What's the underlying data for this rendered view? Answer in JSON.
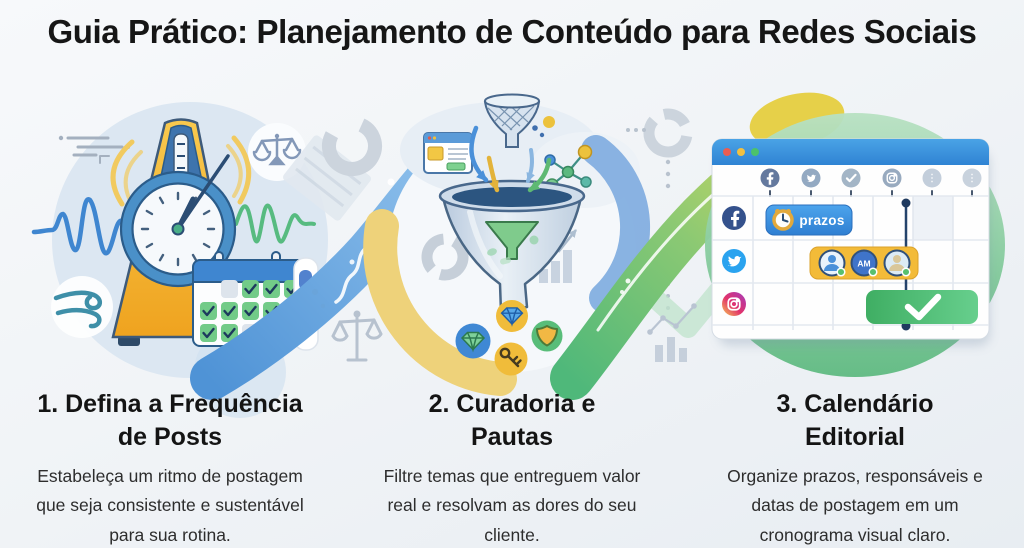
{
  "title": "Guia Prático: Planejamento de Conteúdo para Redes Sociais",
  "steps": [
    {
      "heading": "1. Defina a Frequência de Posts",
      "description": "Estabeleça um ritmo de postagem que seja consistente e sustentável para sua rotina."
    },
    {
      "heading": "2. Curadoria e Pautas",
      "description": "Filtre temas que entreguem valor real e resolvam as dores do seu cliente."
    },
    {
      "heading": "3. Calendário Editorial",
      "description": "Organize prazos, responsáveis e datas de postagem em um cronograma visual claro."
    }
  ],
  "illustrations": {
    "frequency": {
      "icons": [
        "metronome-icon",
        "clock-icon",
        "calendar-checks-icon",
        "waveform-icon",
        "balance-scale-icon",
        "wind-icon"
      ]
    },
    "curation": {
      "icons": [
        "funnel-icon",
        "browser-card-icon",
        "molecule-icon",
        "diamond-badge-icon",
        "key-badge-icon",
        "shield-badge-icon",
        "growth-chart-icon"
      ]
    },
    "editorial_calendar": {
      "window_label": "prazos",
      "avatar_initials": "AM",
      "row_platforms": [
        "facebook",
        "twitter",
        "instagram"
      ],
      "header_platforms": [
        "facebook",
        "twitter",
        "check",
        "instagram",
        "blank",
        "blank"
      ]
    }
  },
  "palette": {
    "background": "#f2f5f8",
    "blue": "#3f86d0",
    "yellow": "#f0bc3a",
    "green": "#57bb80",
    "text_dark": "#161616",
    "text_body": "#2d2d2d"
  }
}
